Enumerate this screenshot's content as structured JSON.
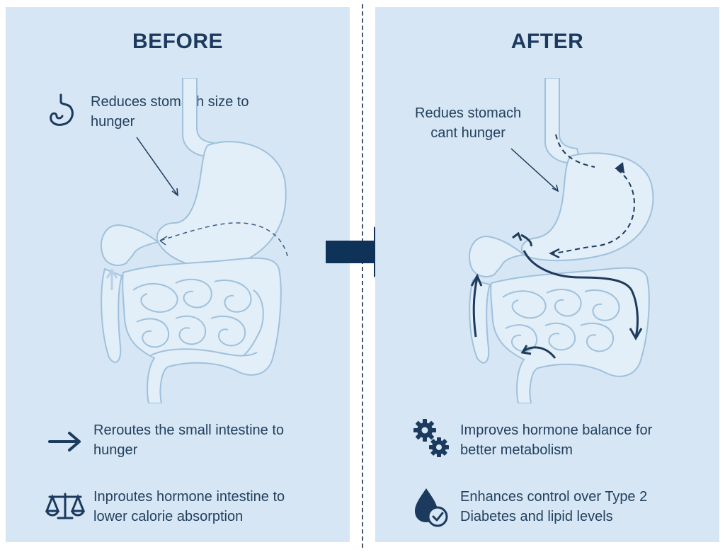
{
  "before": {
    "title": "BEFORE",
    "annotation": [
      "Reduces stomach size to",
      "hunger"
    ],
    "items": [
      {
        "icon": "right-arrow-icon",
        "lines": [
          "Reroutes the small intestine to",
          "hunger"
        ]
      },
      {
        "icon": "balance-scale-icon",
        "lines": [
          "Inproutes hormone intestine to",
          "lower calorie absorption"
        ]
      }
    ]
  },
  "after": {
    "title": "AFTER",
    "annotation": [
      "Redues stomach",
      "cant hunger"
    ],
    "items": [
      {
        "icon": "gears-icon",
        "lines": [
          "Improves hormone balance for",
          "better metabolism"
        ]
      },
      {
        "icon": "blood-drop-check-icon",
        "lines": [
          "Enhances control over Type 2",
          "Diabetes and lipid levels"
        ]
      }
    ]
  },
  "colors": {
    "panel": "#d6e6f4",
    "organ_fill": "#e2eef8",
    "organ_stroke": "#9fc1dc",
    "ink": "#1b3a5e",
    "flow_arrow": "#1e3a5c"
  }
}
